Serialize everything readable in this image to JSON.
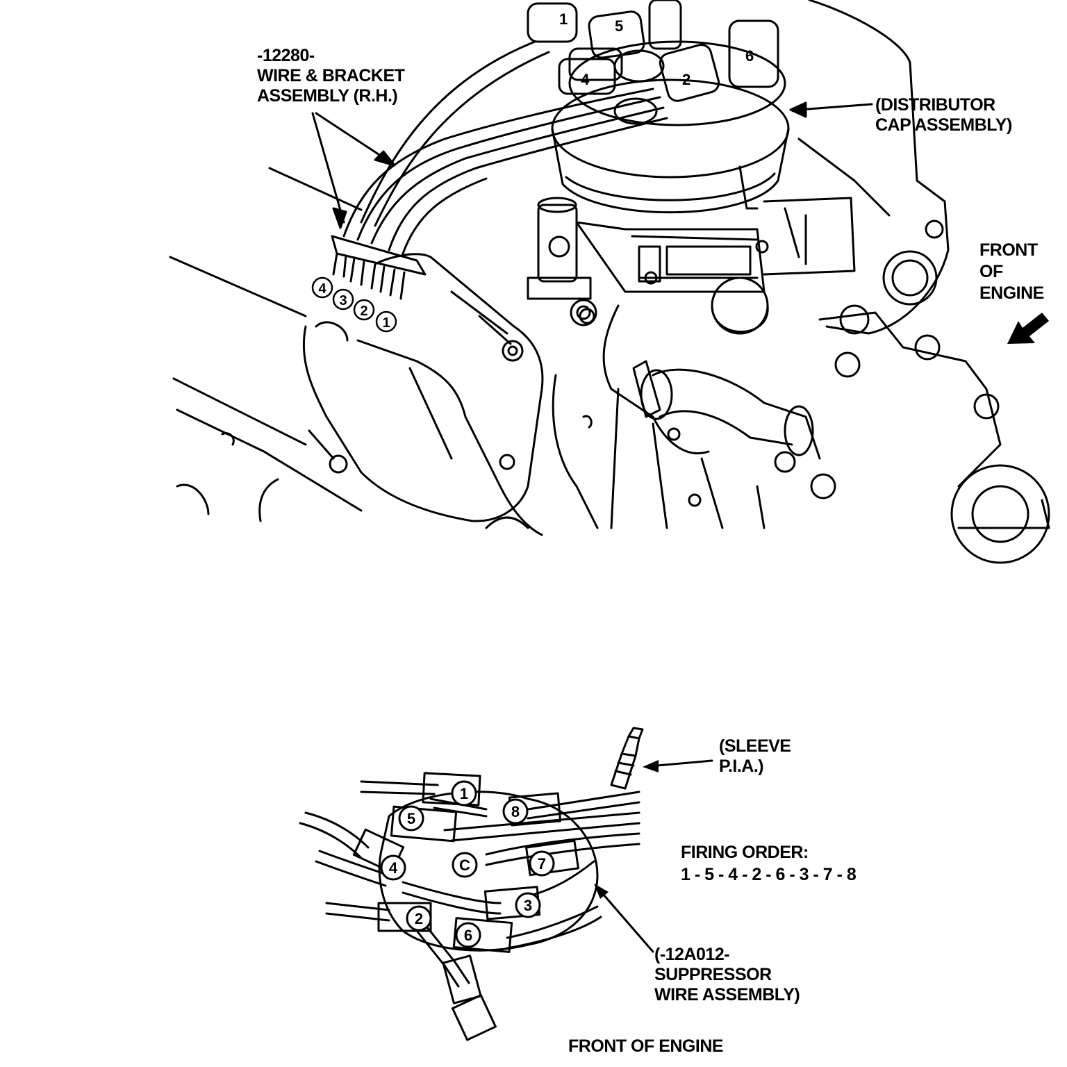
{
  "top_view": {
    "wire_bracket_label": [
      "-12280-",
      "WIRE & BRACKET",
      "ASSEMBLY (R.H.)"
    ],
    "distributor_cap_label": [
      "(DISTRIBUTOR",
      "CAP ASSEMBLY)"
    ],
    "front_label": [
      "FRONT",
      "OF",
      "ENGINE"
    ],
    "cap_tower_numbers": [
      "1",
      "5",
      "6",
      "4",
      "2"
    ],
    "bracket_numbers": [
      "4",
      "3",
      "2",
      "1"
    ]
  },
  "bottom_view": {
    "sleeve_label": [
      "(SLEEVE",
      "P.I.A.)"
    ],
    "firing_order_title": "FIRING ORDER:",
    "firing_order": "1 - 5 - 4 - 2 - 6 - 3 - 7 - 8",
    "suppressor_label": [
      "(-12A012-",
      "SUPPRESSOR",
      "WIRE ASSEMBLY)"
    ],
    "front_of_engine": "FRONT OF ENGINE",
    "terminals": [
      "1",
      "8",
      "5",
      "4",
      "C",
      "7",
      "3",
      "2",
      "6"
    ]
  }
}
